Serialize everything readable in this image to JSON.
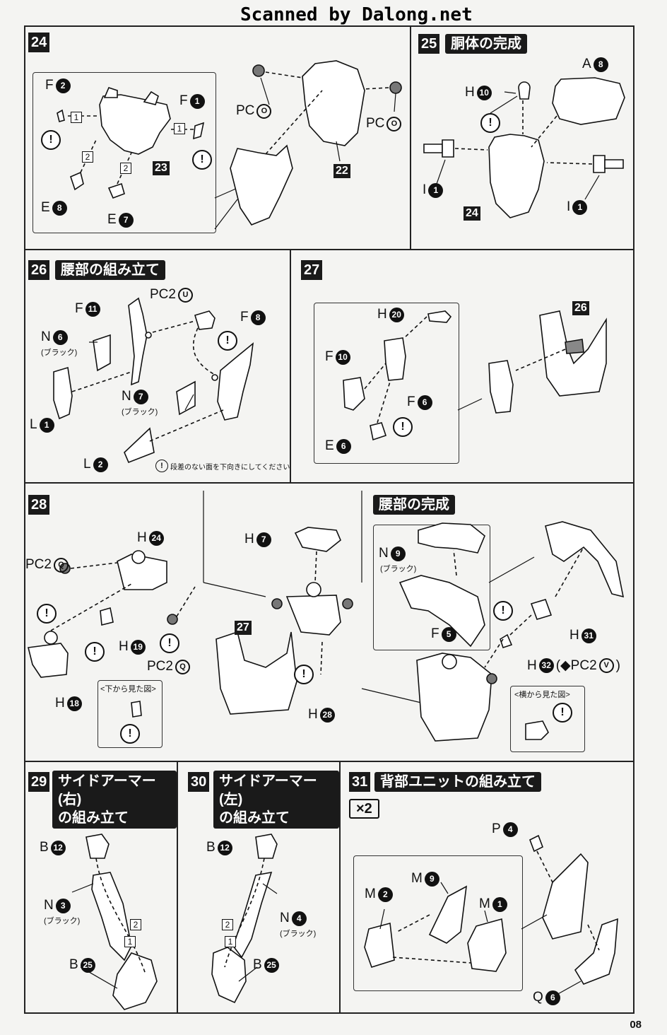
{
  "header": {
    "watermark": "Scanned by Dalong.net",
    "page_number": "08"
  },
  "steps": {
    "s24": {
      "number": "24",
      "labels": [
        {
          "text": "F",
          "num": "2"
        },
        {
          "text": "F",
          "num": "1"
        },
        {
          "text": "E",
          "num": "8"
        },
        {
          "text": "E",
          "num": "7"
        },
        {
          "text": "PC",
          "ring": "O"
        },
        {
          "text": "PC",
          "ring": "O"
        }
      ],
      "badges": [
        "23",
        "22"
      ],
      "order": [
        "1",
        "1",
        "2",
        "2"
      ]
    },
    "s25": {
      "number": "25",
      "title": "胴体の完成",
      "labels": [
        {
          "text": "A",
          "num": "8"
        },
        {
          "text": "H",
          "num": "10"
        },
        {
          "text": "I",
          "num": "1"
        },
        {
          "text": "I",
          "num": "1"
        }
      ],
      "badges": [
        "24"
      ]
    },
    "s26": {
      "number": "26",
      "title": "腰部の組み立て",
      "labels": [
        {
          "text": "PC2",
          "ring": "U"
        },
        {
          "text": "F",
          "num": "11"
        },
        {
          "text": "F",
          "num": "8"
        },
        {
          "text": "N",
          "num": "6"
        },
        {
          "text": "N",
          "num": "7"
        },
        {
          "text": "L",
          "num": "1"
        },
        {
          "text": "L",
          "num": "2"
        }
      ],
      "black": "(ブラック)",
      "note": "段差のない面を下向きにしてください。"
    },
    "s27": {
      "number": "27",
      "labels": [
        {
          "text": "H",
          "num": "20"
        },
        {
          "text": "F",
          "num": "10"
        },
        {
          "text": "F",
          "num": "6"
        },
        {
          "text": "E",
          "num": "6"
        }
      ],
      "badges": [
        "26"
      ]
    },
    "s28": {
      "number": "28",
      "labels": [
        {
          "text": "H",
          "num": "24"
        },
        {
          "text": "PC2",
          "ring": "Q"
        },
        {
          "text": "H",
          "num": "19"
        },
        {
          "text": "PC2",
          "ring": "Q"
        },
        {
          "text": "H",
          "num": "18"
        },
        {
          "text": "H",
          "num": "7"
        },
        {
          "text": "H",
          "num": "28"
        }
      ],
      "badges": [
        "27"
      ],
      "bottom_view": "<下から見た図>"
    },
    "waist": {
      "title": "腰部の完成",
      "labels": [
        {
          "text": "N",
          "num": "9"
        },
        {
          "text": "F",
          "num": "5"
        },
        {
          "text": "H",
          "num": "31"
        },
        {
          "text": "H",
          "num": "32"
        }
      ],
      "h32_suffix": "(◆PC2",
      "h32_ring": "V",
      "h32_close": ")",
      "side_view": "<横から見た図>",
      "black": "(ブラック)"
    },
    "s29": {
      "number": "29",
      "title_line1": "サイドアーマー(右)",
      "title_line2": "の組み立て",
      "labels": [
        {
          "text": "B",
          "num": "12"
        },
        {
          "text": "N",
          "num": "3"
        },
        {
          "text": "B",
          "num": "25"
        }
      ],
      "black": "(ブラック)"
    },
    "s30": {
      "number": "30",
      "title_line1": "サイドアーマー(左)",
      "title_line2": "の組み立て",
      "labels": [
        {
          "text": "B",
          "num": "12"
        },
        {
          "text": "N",
          "num": "4"
        },
        {
          "text": "B",
          "num": "25"
        }
      ],
      "black": "(ブラック)"
    },
    "s31": {
      "number": "31",
      "title": "背部ユニットの組み立て",
      "multiplier": "×2",
      "labels": [
        {
          "text": "P",
          "num": "4"
        },
        {
          "text": "M",
          "num": "9"
        },
        {
          "text": "M",
          "num": "2"
        },
        {
          "text": "M",
          "num": "1"
        },
        {
          "text": "Q",
          "num": "6"
        }
      ]
    }
  },
  "icons": {
    "warning": "!"
  }
}
